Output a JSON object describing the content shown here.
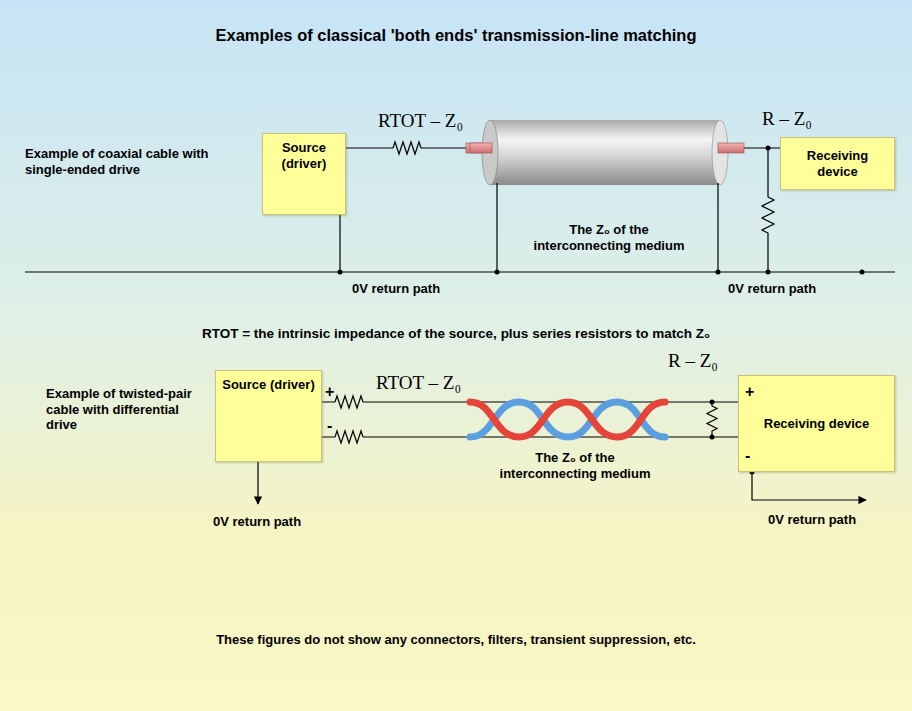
{
  "diagram": {
    "title": "Examples of classical 'both ends' transmission-line matching",
    "caption": "These figures do not show any connectors, filters, transient suppression, etc.",
    "nodes": [
      {
        "text": [
          "Source (driver)"
        ]
      },
      {
        "text": [
          "Receiving device"
        ]
      },
      {
        "text": [
          "Source (driver)"
        ]
      },
      {
        "text": [
          "+",
          "Receiving device",
          "-"
        ]
      }
    ],
    "edges": [
      {
        "from": 0,
        "to": 1,
        "arrow": "none"
      },
      {
        "from": 2,
        "to": 3,
        "arrow": "none"
      },
      {
        "from": 2,
        "to": 3,
        "arrow": "none"
      }
    ],
    "labels": [
      "Example of coaxial cable with single-ended drive",
      "RTOT – Z₀",
      "R – Z₀",
      "The Z₀ of the interconnecting medium",
      "0V return path",
      "0V return path",
      "RTOT = the intrinsic impedance of the source, plus series resistors to match Z₀",
      "Example of twisted-pair cable with differential drive",
      "+",
      "-",
      "RTOT – Z₀",
      "R – Z₀",
      "The Z₀ of the interconnecting medium",
      "0V return path",
      "0V return path"
    ]
  }
}
